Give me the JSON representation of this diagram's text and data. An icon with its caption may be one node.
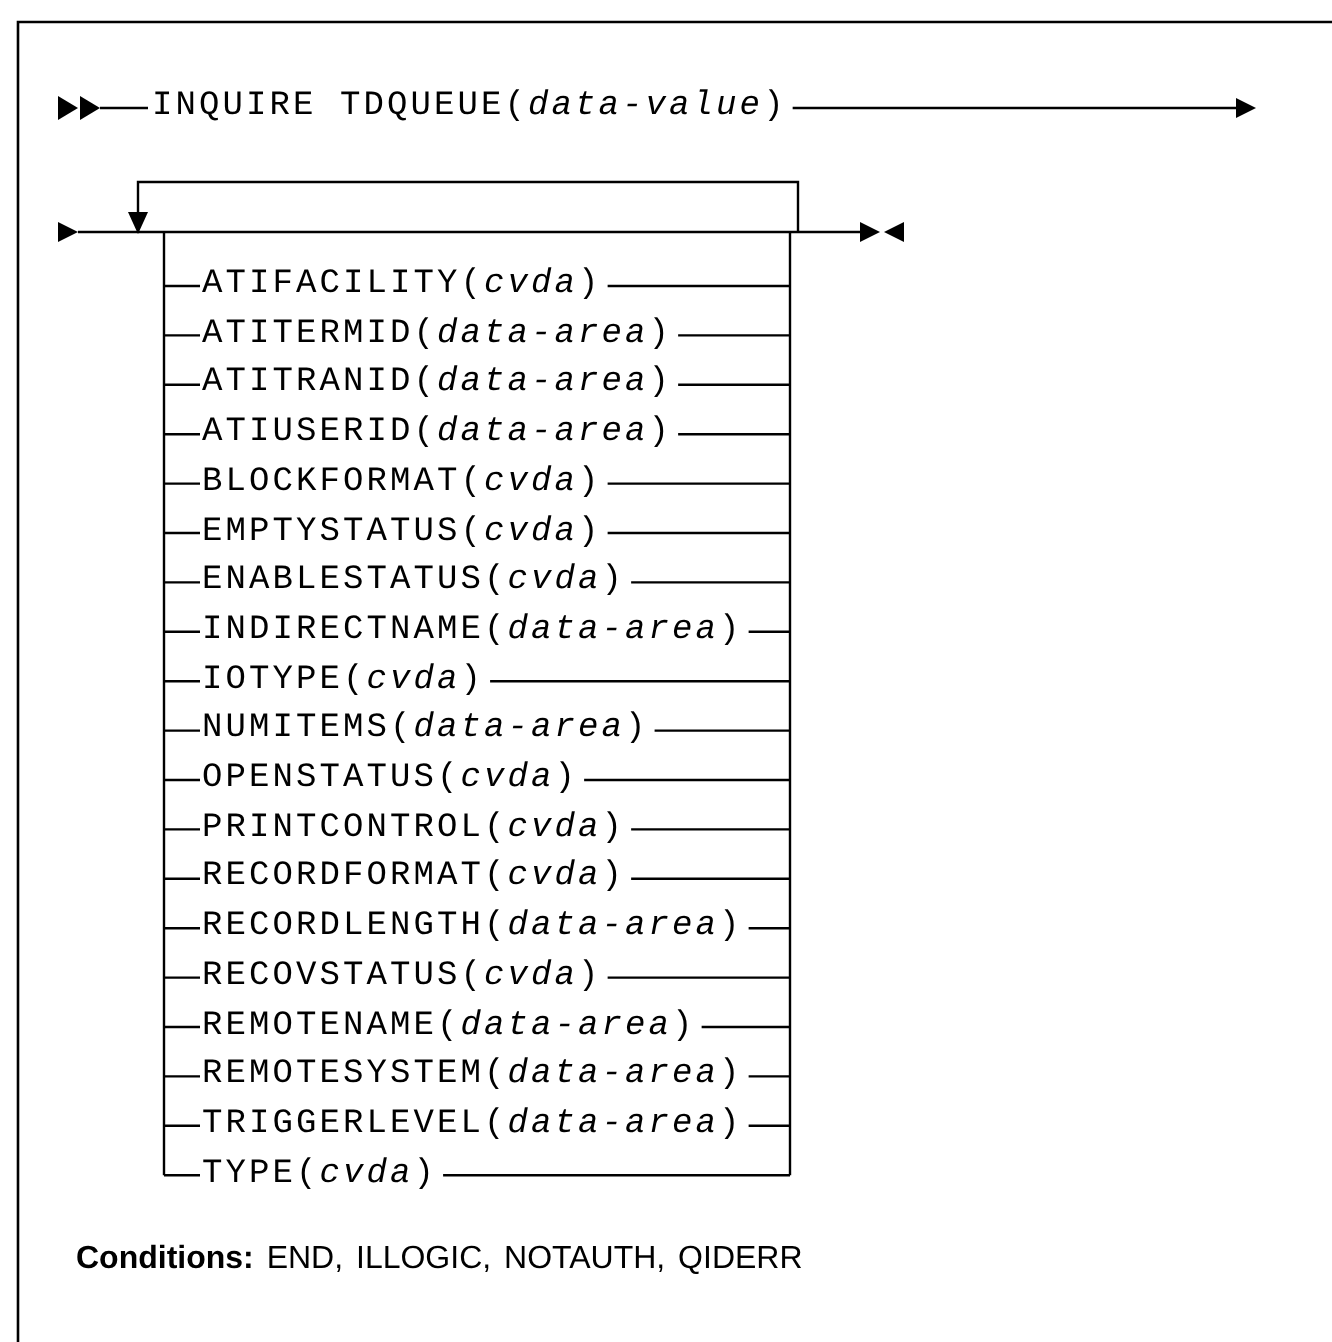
{
  "diagram": {
    "labels": [
      "INQUIRE TDQUEUE(*data-value*)",
      "ATIFACILITY(*cvda*)",
      "ATITERMID(*data-area*)",
      "ATITRANID(*data-area*)",
      "ATIUSERID(*data-area*)",
      "BLOCKFORMAT(*cvda*)",
      "EMPTYSTATUS(*cvda*)",
      "ENABLESTATUS(*cvda*)",
      "INDIRECTNAME(*data-area*)",
      "IOTYPE(*cvda*)",
      "NUMITEMS(*data-area*)",
      "OPENSTATUS(*cvda*)",
      "PRINTCONTROL(*cvda*)",
      "RECORDFORMAT(*cvda*)",
      "RECORDLENGTH(*data-area*)",
      "RECOVSTATUS(*cvda*)",
      "REMOTENAME(*data-area*)",
      "REMOTESYSTEM(*data-area*)",
      "TRIGGERLEVEL(*data-area*)",
      "TYPE(*cvda*)",
      "**Conditions:** END, ILLOGIC, NOTAUTH, QIDERR"
    ]
  }
}
